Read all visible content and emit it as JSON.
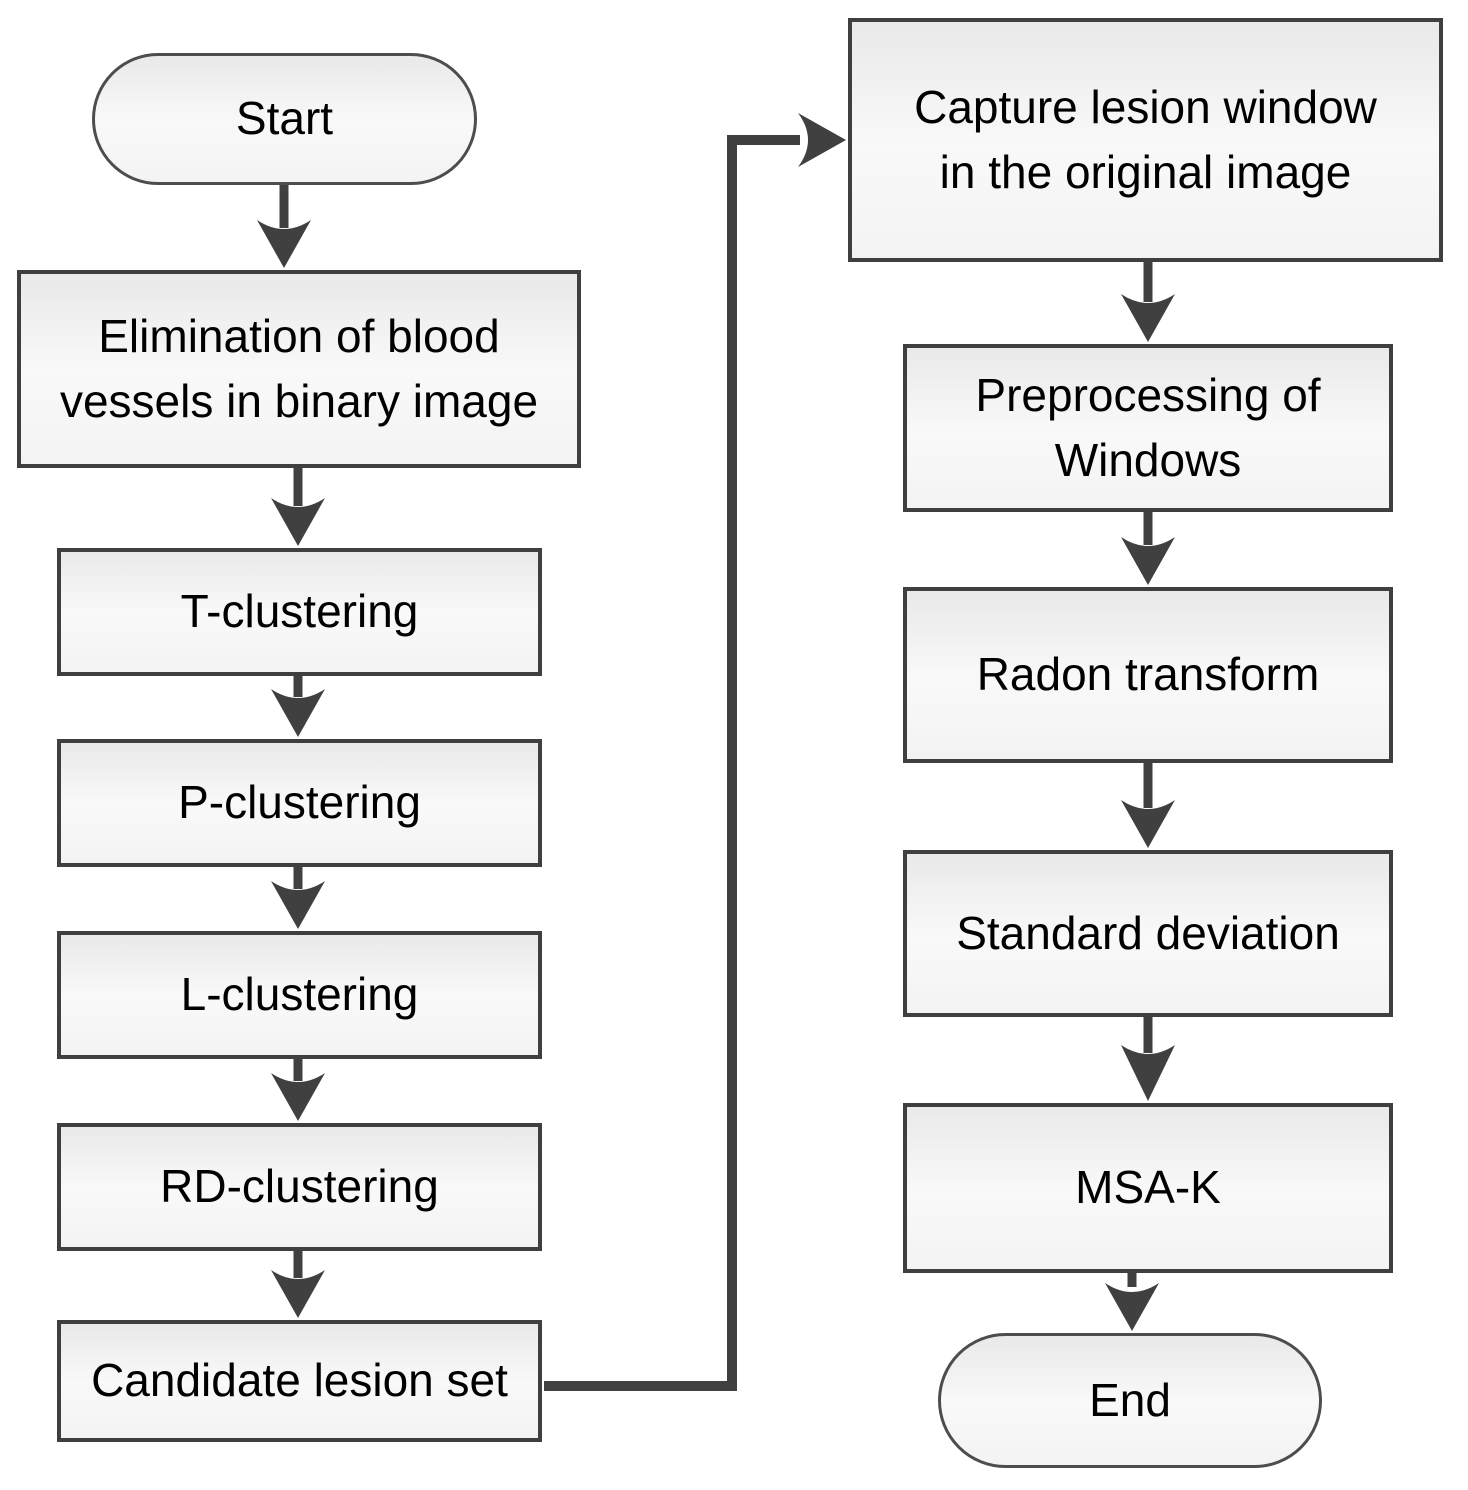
{
  "diagram": {
    "type": "flowchart",
    "background": "#ffffff",
    "colors": {
      "box_border": "#3f3f3f",
      "terminator_border": "#4d4d4d",
      "box_fill_top": "#e9e9e9",
      "box_fill_bottom": "#f3f3f3",
      "arrow": "#404040",
      "text": "#000000"
    },
    "nodes": {
      "start": {
        "label": "Start",
        "shape": "terminator"
      },
      "elimination": {
        "label": "Elimination of blood\nvessels in binary image",
        "shape": "process"
      },
      "t_clustering": {
        "label": "T-clustering",
        "shape": "process"
      },
      "p_clustering": {
        "label": "P-clustering",
        "shape": "process"
      },
      "l_clustering": {
        "label": "L-clustering",
        "shape": "process"
      },
      "rd_clustering": {
        "label": "RD-clustering",
        "shape": "process"
      },
      "candidate": {
        "label": "Candidate lesion set",
        "shape": "process"
      },
      "capture": {
        "label": "Capture lesion window\nin the original image",
        "shape": "process"
      },
      "preprocessing": {
        "label": "Preprocessing of\nWindows",
        "shape": "process"
      },
      "radon": {
        "label": "Radon transform",
        "shape": "process"
      },
      "std_deviation": {
        "label": "Standard deviation",
        "shape": "process"
      },
      "msa_k": {
        "label": "MSA-K",
        "shape": "process"
      },
      "end": {
        "label": "End",
        "shape": "terminator"
      }
    },
    "edges": [
      {
        "from": "start",
        "to": "elimination"
      },
      {
        "from": "elimination",
        "to": "t_clustering"
      },
      {
        "from": "t_clustering",
        "to": "p_clustering"
      },
      {
        "from": "p_clustering",
        "to": "l_clustering"
      },
      {
        "from": "l_clustering",
        "to": "rd_clustering"
      },
      {
        "from": "rd_clustering",
        "to": "candidate"
      },
      {
        "from": "candidate",
        "to": "capture"
      },
      {
        "from": "capture",
        "to": "preprocessing"
      },
      {
        "from": "preprocessing",
        "to": "radon"
      },
      {
        "from": "radon",
        "to": "std_deviation"
      },
      {
        "from": "std_deviation",
        "to": "msa_k"
      },
      {
        "from": "msa_k",
        "to": "end"
      }
    ]
  }
}
